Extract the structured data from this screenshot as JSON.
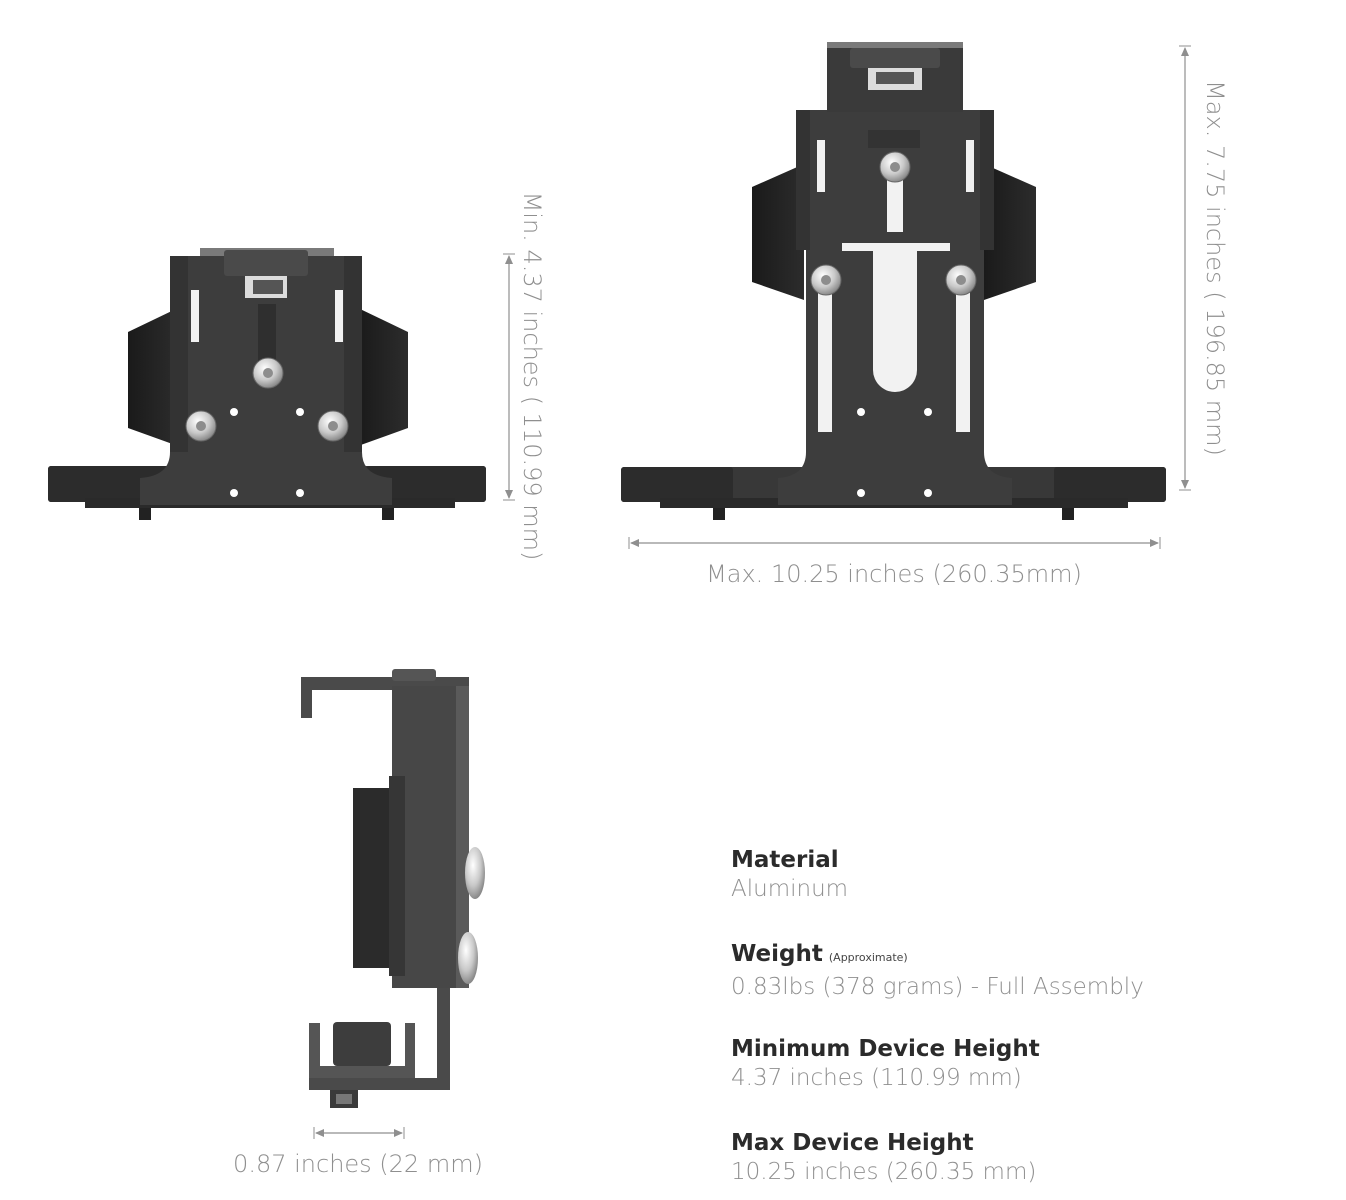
{
  "dimensions": {
    "min_height": "Min. 4.37 inches ( 110.99 mm)",
    "max_height": "Max. 7.75 inches ( 196.85 mm)",
    "max_width": "Max. 10.25 inches (260.35mm)",
    "depth": "0.87 inches (22 mm)"
  },
  "specs": [
    {
      "label": "Material",
      "note": "",
      "value": "Aluminum"
    },
    {
      "label": "Weight",
      "note": "(Approximate)",
      "value": "0.83lbs (378 grams) - Full Assembly"
    },
    {
      "label": "Minimum Device Height",
      "note": "",
      "value": "4.37 inches (110.99 mm)"
    },
    {
      "label": "Max Device Height",
      "note": "",
      "value": "10.25 inches (260.35 mm)"
    }
  ],
  "colors": {
    "metal": "#3d3d3d",
    "metal_dark": "#2a2a2a",
    "pad": "#1f1f1f",
    "dimension_line": "#8f8f8f",
    "label": "#2b2b2b"
  }
}
